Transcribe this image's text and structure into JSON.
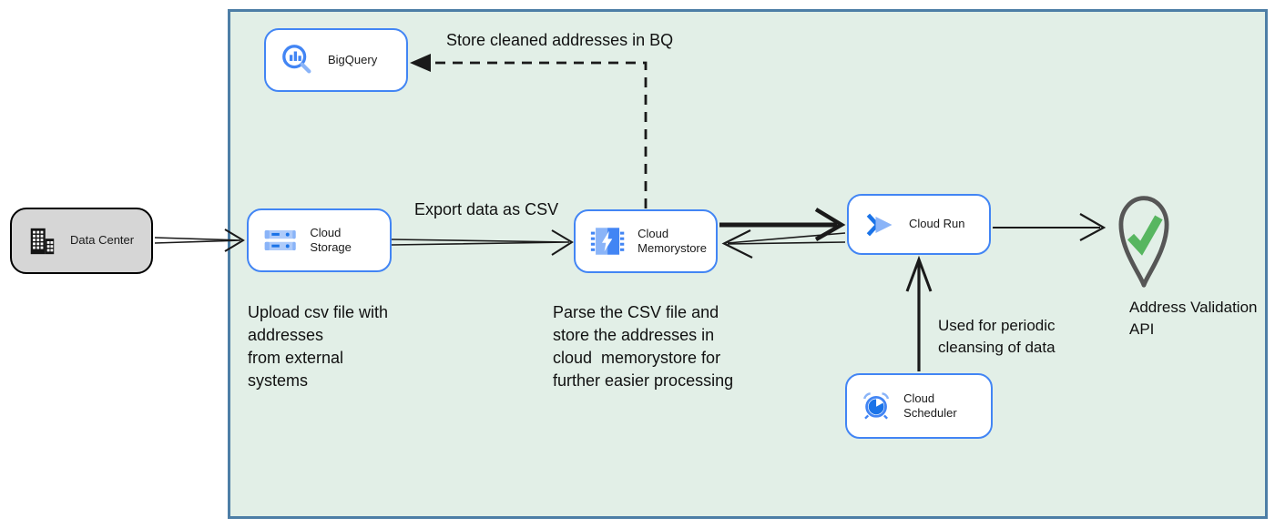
{
  "diagram": {
    "type": "architecture-flow",
    "colors": {
      "boundary_fill": "#e2efe7",
      "boundary_border": "#4d7ea6",
      "node_border": "#4285f4",
      "node_fill": "#ffffff",
      "external_node_fill": "#d6d6d6",
      "external_node_border": "#000000",
      "arrow_color": "#1a1a1a",
      "icon_blue": "#4285f4",
      "icon_blue_light": "#8ab4f8",
      "icon_blue_pale": "#aecbfa",
      "icon_blue_dark": "#1a73e8",
      "pin_outline": "#565656",
      "check_green": "#57b660"
    },
    "nodes": {
      "data_center": {
        "label": "Data Center"
      },
      "bigquery": {
        "label": "BigQuery"
      },
      "cloud_storage": {
        "label": "Cloud Storage"
      },
      "cloud_memorystore": {
        "label": "Cloud\nMemorystore"
      },
      "cloud_run": {
        "label": "Cloud Run"
      },
      "cloud_scheduler": {
        "label": "Cloud Scheduler"
      }
    },
    "endpoint": {
      "label": "Address Validation\nAPI"
    },
    "annotations": {
      "store_bq": "Store cleaned addresses in BQ",
      "export_csv": "Export data as CSV",
      "upload_note": "Upload csv file with\naddresses\nfrom external\nsystems",
      "parse_note": "Parse the CSV file and\nstore the addresses in\ncloud  memorystore for\nfurther easier processing",
      "periodic_note": "Used for periodic\ncleansing of data"
    }
  }
}
